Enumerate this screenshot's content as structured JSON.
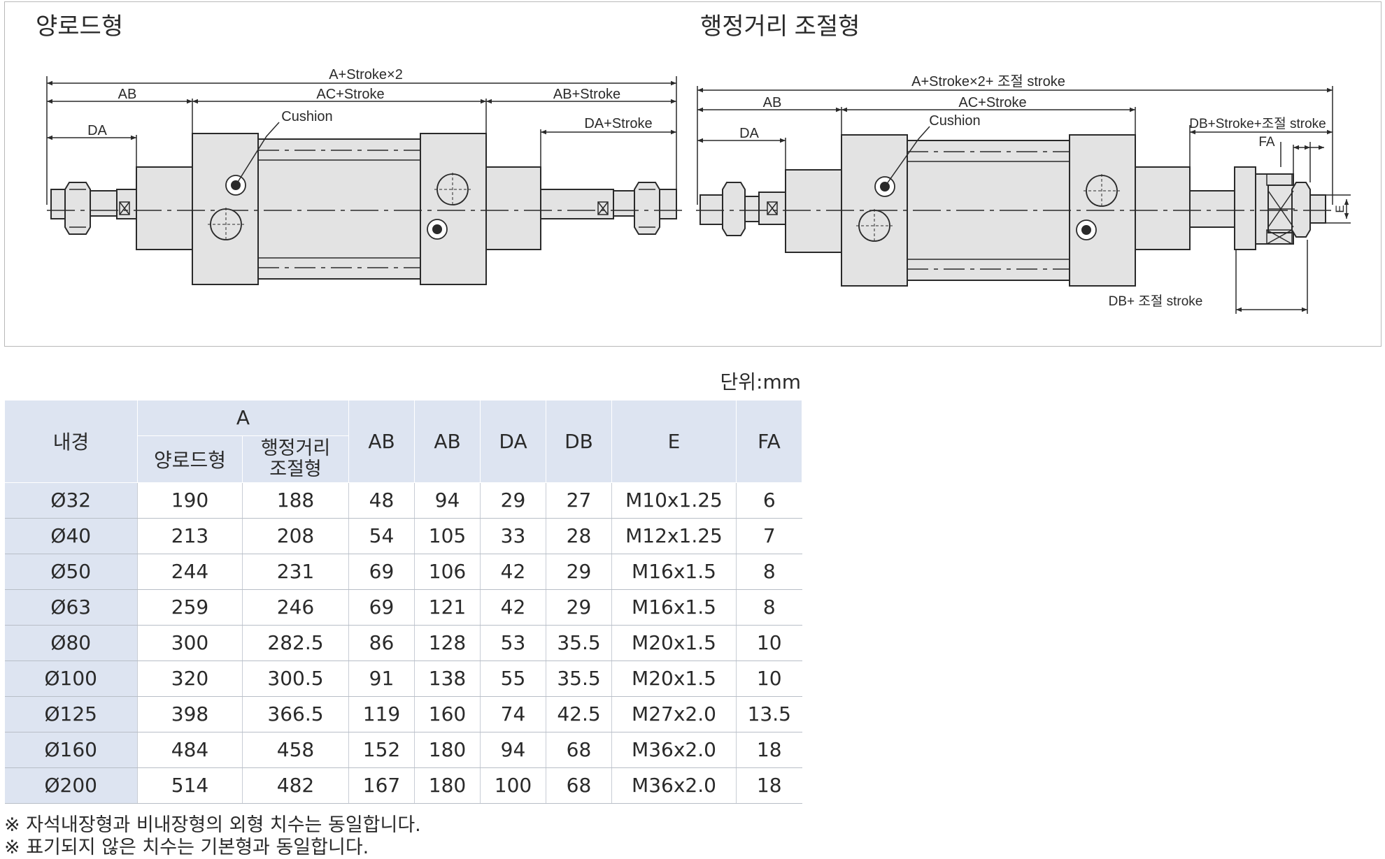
{
  "diagram": {
    "left_title": "양로드형",
    "right_title": "행정거리 조절형",
    "left_labels": {
      "a_stroke_2": "A+Stroke×2",
      "ab": "AB",
      "ac_stroke": "AC+Stroke",
      "ab_stroke": "AB+Stroke",
      "cushion": "Cushion",
      "da": "DA",
      "da_stroke": "DA+Stroke"
    },
    "right_labels": {
      "a_stroke_2_adj": "A+Stroke×2+ 조절 stroke",
      "ab": "AB",
      "ac_stroke": "AC+Stroke",
      "cushion": "Cushion",
      "da": "DA",
      "db_stroke_adj": "DB+Stroke+조절 stroke",
      "fa": "FA",
      "e": "E",
      "db_adj": "DB+ 조절 stroke"
    }
  },
  "unit_label": "단위:mm",
  "table": {
    "header": {
      "bore": "내경",
      "a": "A",
      "a_double_rod": "양로드형",
      "a_stroke_adj_line1": "행정거리",
      "a_stroke_adj_line2": "조절형",
      "ab1": "AB",
      "ab2": "AB",
      "da": "DA",
      "db": "DB",
      "e": "E",
      "fa": "FA"
    },
    "rows": [
      [
        "Ø32",
        "190",
        "188",
        "48",
        "94",
        "29",
        "27",
        "M10x1.25",
        "6"
      ],
      [
        "Ø40",
        "213",
        "208",
        "54",
        "105",
        "33",
        "28",
        "M12x1.25",
        "7"
      ],
      [
        "Ø50",
        "244",
        "231",
        "69",
        "106",
        "42",
        "29",
        "M16x1.5",
        "8"
      ],
      [
        "Ø63",
        "259",
        "246",
        "69",
        "121",
        "42",
        "29",
        "M16x1.5",
        "8"
      ],
      [
        "Ø80",
        "300",
        "282.5",
        "86",
        "128",
        "53",
        "35.5",
        "M20x1.5",
        "10"
      ],
      [
        "Ø100",
        "320",
        "300.5",
        "91",
        "138",
        "55",
        "35.5",
        "M20x1.5",
        "10"
      ],
      [
        "Ø125",
        "398",
        "366.5",
        "119",
        "160",
        "74",
        "42.5",
        "M27x2.0",
        "13.5"
      ],
      [
        "Ø160",
        "484",
        "458",
        "152",
        "180",
        "94",
        "68",
        "M36x2.0",
        "18"
      ],
      [
        "Ø200",
        "514",
        "482",
        "167",
        "180",
        "100",
        "68",
        "M36x2.0",
        "18"
      ]
    ]
  },
  "notes": [
    "※ 자석내장형과 비내장형의 외형 치수는 동일합니다.",
    "※ 표기되지 않은 치수는 기본형과 동일합니다."
  ],
  "colors": {
    "header_bg": "#dde4f1",
    "body_fill": "#e3e3e3",
    "line": "#2a2a2a"
  }
}
